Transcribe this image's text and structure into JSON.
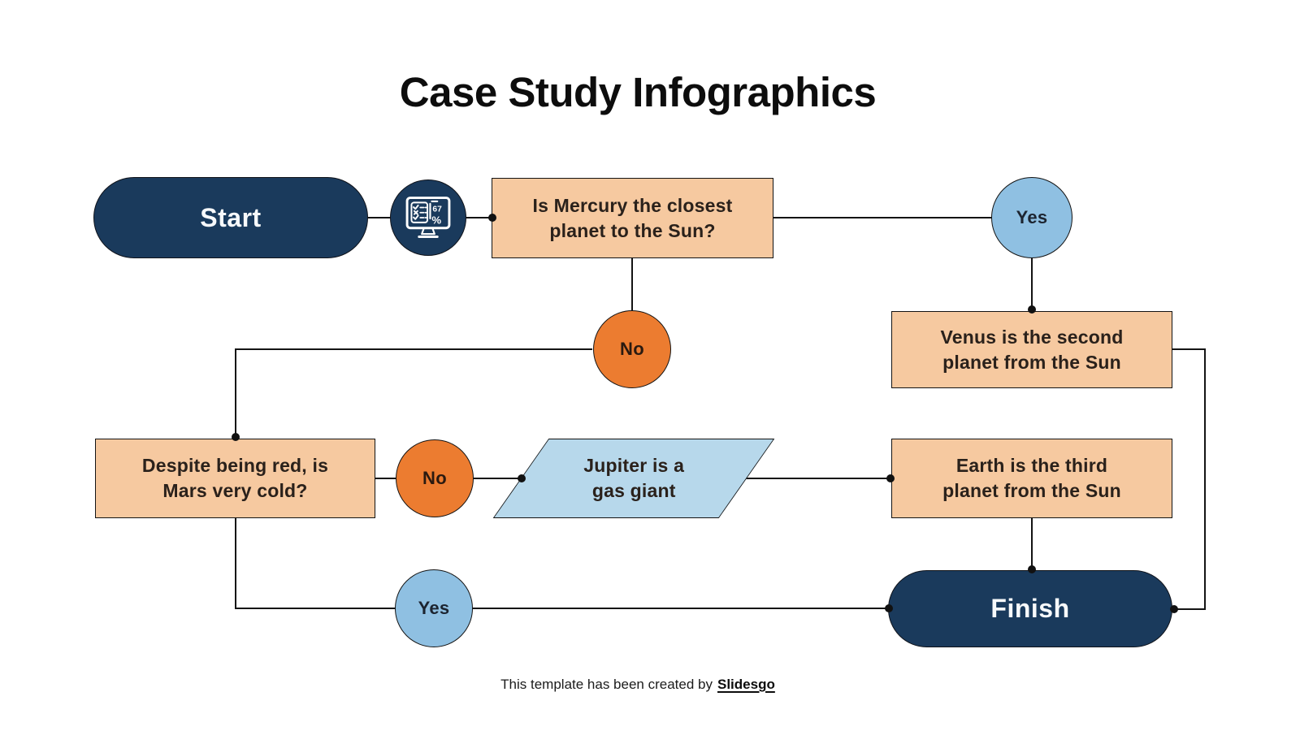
{
  "title": "Case Study Infographics",
  "flowchart": {
    "start": {
      "label": "Start"
    },
    "q_mercury": {
      "line1": "Is Mercury the closest",
      "line2": "planet to the Sun?"
    },
    "yes_top": {
      "label": "Yes"
    },
    "no_mid": {
      "label": "No"
    },
    "venus": {
      "line1": "Venus is the second",
      "line2": "planet from the Sun"
    },
    "q_mars": {
      "line1": "Despite being red, is",
      "line2": "Mars very cold?"
    },
    "no_left": {
      "label": "No"
    },
    "jupiter": {
      "line1": "Jupiter is a",
      "line2": "gas giant"
    },
    "earth": {
      "line1": "Earth is the third",
      "line2": "planet from the Sun"
    },
    "yes_bottom": {
      "label": "Yes"
    },
    "finish": {
      "label": "Finish"
    }
  },
  "icon": {
    "name": "survey-monitor-icon",
    "number": "67",
    "percent": "%"
  },
  "footer": {
    "text": "This template has been created by",
    "brand": "Slidesgo"
  },
  "colors": {
    "navy": "#1A3A5C",
    "peach": "#F6C9A0",
    "orange": "#EC7C30",
    "circle_blue": "#8FC0E2",
    "parallelogram_blue": "#B7D8EB",
    "line": "#141414",
    "background": "#FFFFFF"
  }
}
